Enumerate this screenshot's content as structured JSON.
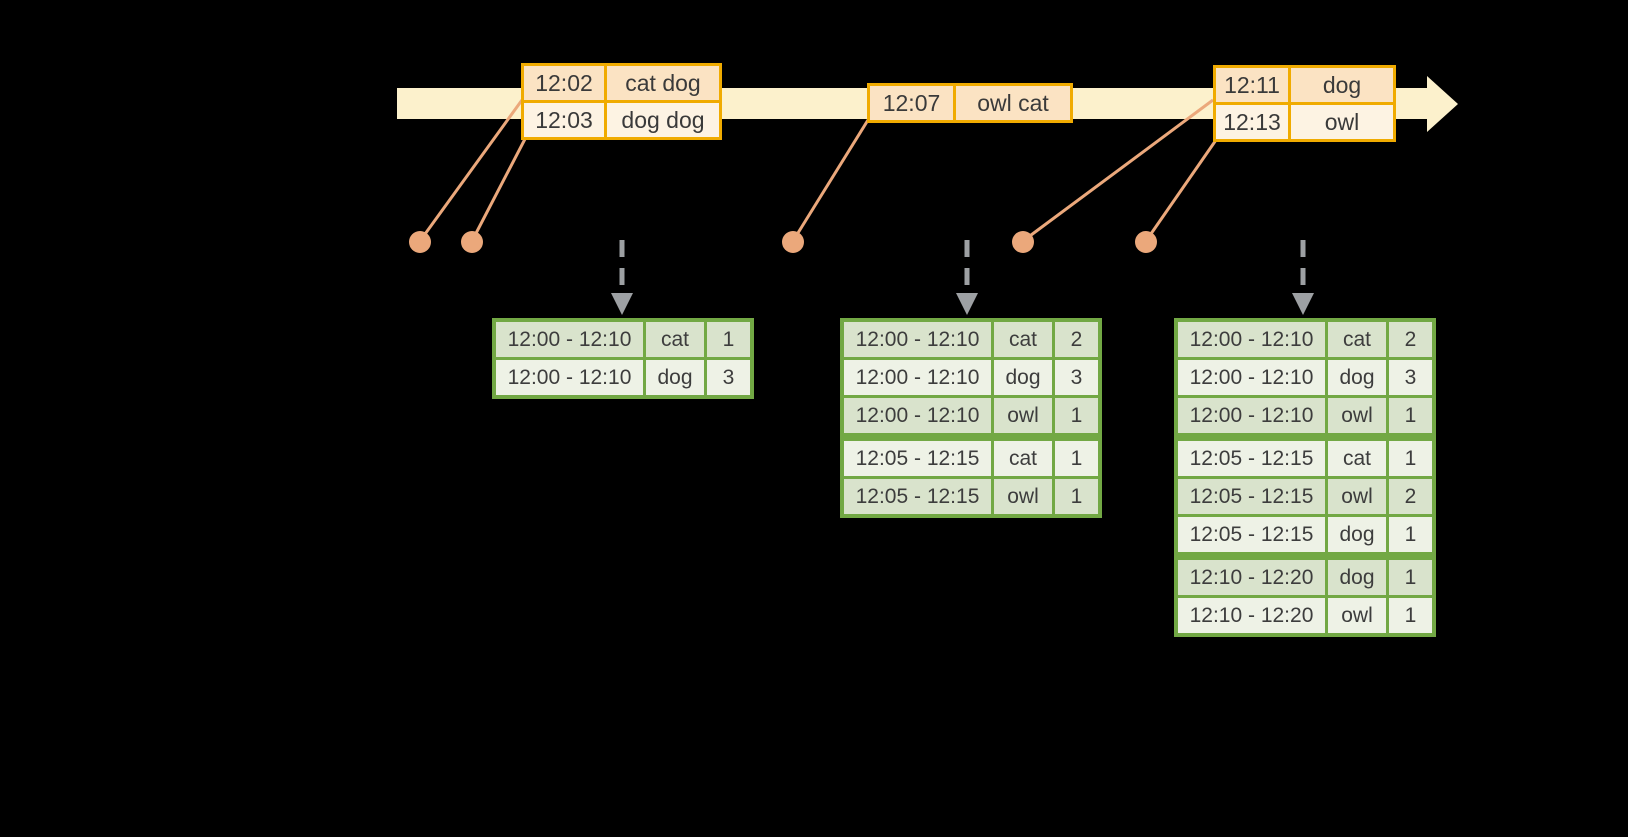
{
  "colors": {
    "background": "#000000",
    "timeline_band": "#fcf1cc",
    "event_border": "#f0ab00",
    "event_cell_peach": "#fbe3c3",
    "event_cell_cream": "#fdf3e3",
    "connector_salmon": "#eba87b",
    "trigger_arrow_gray": "#9da0a3",
    "result_border_green": "#72a844",
    "result_row_dark": "#d9e3cc",
    "result_row_light": "#eef2e6",
    "text": "#3d3d3d"
  },
  "events": {
    "tables": [
      {
        "rows": [
          {
            "time": "12:02",
            "words": "cat dog"
          },
          {
            "time": "12:03",
            "words": "dog dog"
          }
        ]
      },
      {
        "rows": [
          {
            "time": "12:07",
            "words": "owl cat"
          }
        ]
      },
      {
        "rows": [
          {
            "time": "12:11",
            "words": "dog"
          },
          {
            "time": "12:13",
            "words": "owl"
          }
        ]
      }
    ]
  },
  "results": {
    "tables": [
      {
        "rows": [
          {
            "window": "12:00 - 12:10",
            "word": "cat",
            "count": "1"
          },
          {
            "window": "12:00 - 12:10",
            "word": "dog",
            "count": "3"
          }
        ]
      },
      {
        "rows": [
          {
            "window": "12:00 - 12:10",
            "word": "cat",
            "count": "2"
          },
          {
            "window": "12:00 - 12:10",
            "word": "dog",
            "count": "3"
          },
          {
            "window": "12:00 - 12:10",
            "word": "owl",
            "count": "1"
          },
          {
            "window": "12:05 - 12:15",
            "word": "cat",
            "count": "1"
          },
          {
            "window": "12:05 - 12:15",
            "word": "owl",
            "count": "1"
          }
        ]
      },
      {
        "rows": [
          {
            "window": "12:00 - 12:10",
            "word": "cat",
            "count": "2"
          },
          {
            "window": "12:00 - 12:10",
            "word": "dog",
            "count": "3"
          },
          {
            "window": "12:00 - 12:10",
            "word": "owl",
            "count": "1"
          },
          {
            "window": "12:05 - 12:15",
            "word": "cat",
            "count": "1"
          },
          {
            "window": "12:05 - 12:15",
            "word": "owl",
            "count": "2"
          },
          {
            "window": "12:05 - 12:15",
            "word": "dog",
            "count": "1"
          },
          {
            "window": "12:10 - 12:20",
            "word": "dog",
            "count": "1"
          },
          {
            "window": "12:10 - 12:20",
            "word": "owl",
            "count": "1"
          }
        ]
      }
    ]
  }
}
